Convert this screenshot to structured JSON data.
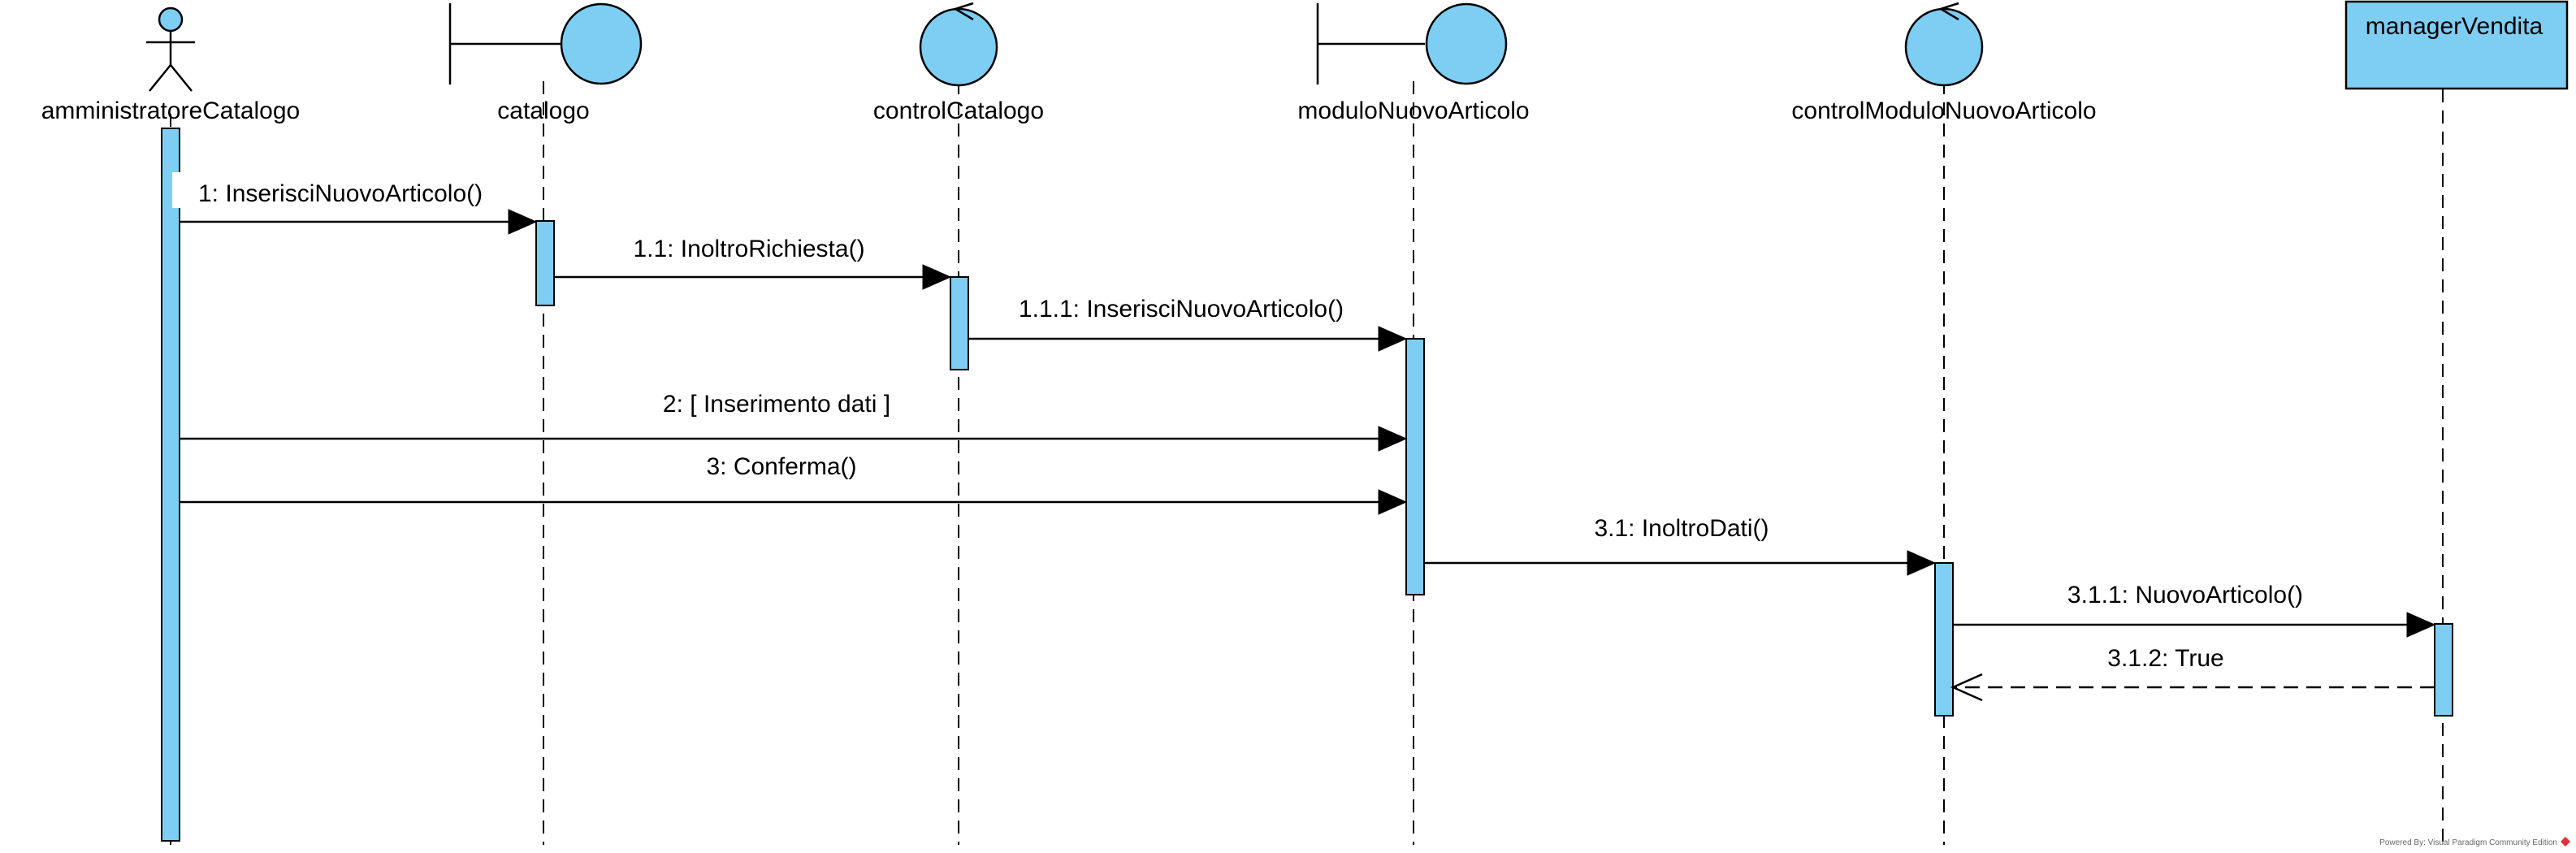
{
  "diagram": {
    "type": "sequence",
    "colors": {
      "fill": "#7ecef4",
      "stroke": "#000000",
      "background": "#ffffff"
    },
    "lifelines": [
      {
        "name": "amministratoreCatalogo",
        "kind": "actor"
      },
      {
        "name": "catalogo",
        "kind": "boundary"
      },
      {
        "name": "controlCatalogo",
        "kind": "control"
      },
      {
        "name": "moduloNuovoArticolo",
        "kind": "boundary"
      },
      {
        "name": "controlModuloNuovoArticolo",
        "kind": "control"
      },
      {
        "name": "managerVendita",
        "kind": "box"
      }
    ],
    "messages": [
      {
        "label": "1: InserisciNuovoArticolo()",
        "from": "amministratoreCatalogo",
        "to": "catalogo",
        "style": "sync"
      },
      {
        "label": "1.1: InoltroRichiesta()",
        "from": "catalogo",
        "to": "controlCatalogo",
        "style": "sync"
      },
      {
        "label": "1.1.1: InserisciNuovoArticolo()",
        "from": "controlCatalogo",
        "to": "moduloNuovoArticolo",
        "style": "sync"
      },
      {
        "label": "2: [ Inserimento dati ]",
        "from": "amministratoreCatalogo",
        "to": "moduloNuovoArticolo",
        "style": "sync"
      },
      {
        "label": "3: Conferma()",
        "from": "amministratoreCatalogo",
        "to": "moduloNuovoArticolo",
        "style": "sync"
      },
      {
        "label": "3.1: InoltroDati()",
        "from": "moduloNuovoArticolo",
        "to": "controlModuloNuovoArticolo",
        "style": "sync"
      },
      {
        "label": "3.1.1: NuovoArticolo()",
        "from": "controlModuloNuovoArticolo",
        "to": "managerVendita",
        "style": "sync"
      },
      {
        "label": "3.1.2: True",
        "from": "managerVendita",
        "to": "controlModuloNuovoArticolo",
        "style": "return"
      }
    ],
    "watermark": "Powered By: Visual Paradigm Community Edition"
  }
}
